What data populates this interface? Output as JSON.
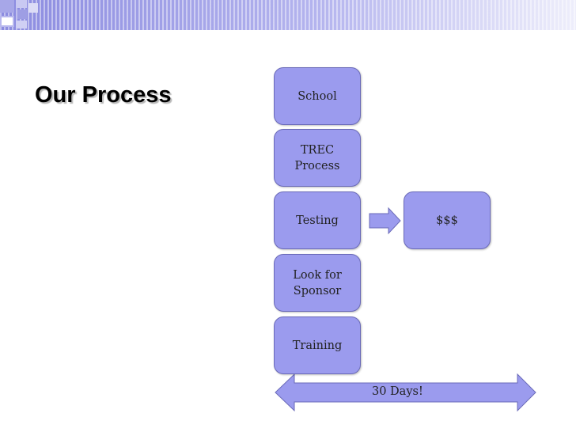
{
  "slide": {
    "title": "Our Process",
    "accent_color": "#9b9bee",
    "border_color": "#6a6ab8"
  },
  "steps": [
    {
      "label": "School"
    },
    {
      "label": "TREC Process"
    },
    {
      "label": "Testing"
    },
    {
      "label": "Look for Sponsor"
    },
    {
      "label": "Training"
    }
  ],
  "outcome": {
    "label": "$$$"
  },
  "timeline": {
    "label": "30 Days!"
  }
}
